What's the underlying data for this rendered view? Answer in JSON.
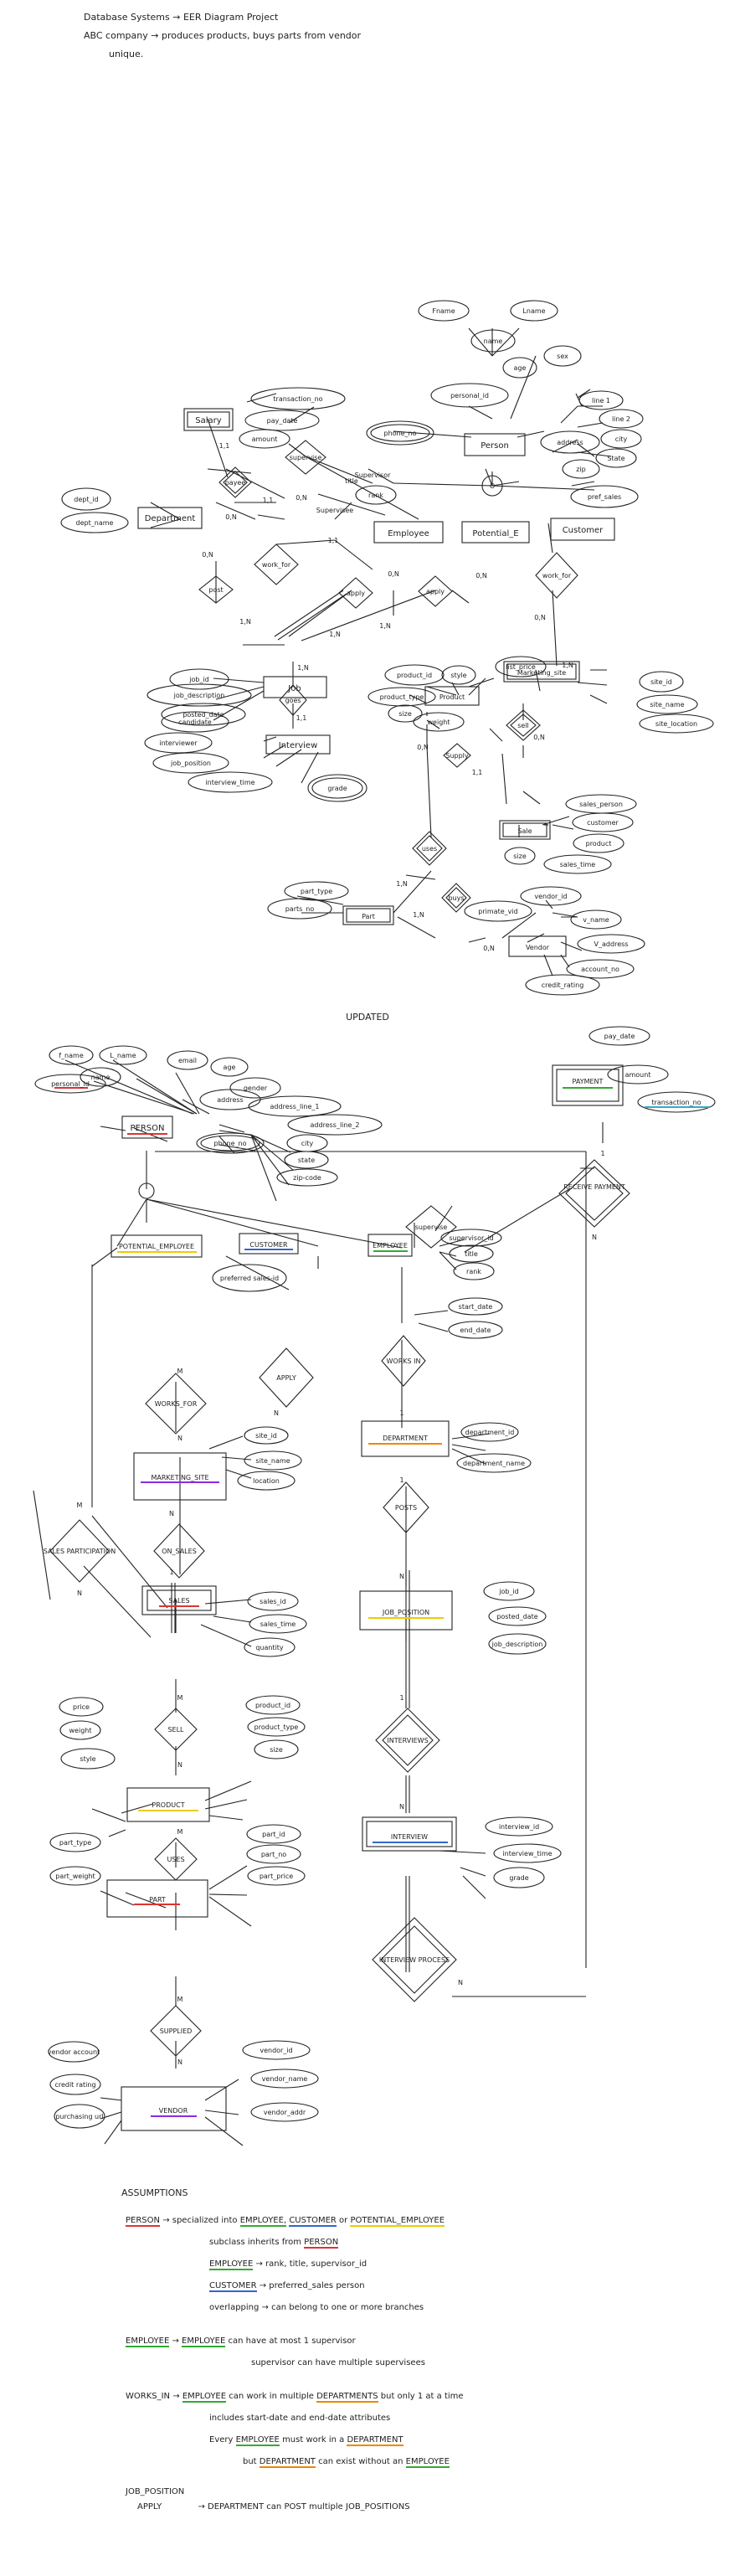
{
  "header": {
    "line1": "Database Systems → EER Diagram Project",
    "line2": "ABC company → produces products, buys parts from vendor",
    "line3": "unique."
  },
  "section_title": "UPDATED",
  "diagram1": {
    "entities": {
      "salary": "Salary",
      "department": "Department",
      "employee": "Employee",
      "person": "Person",
      "potential_e": "Potential_E",
      "customer": "Customer",
      "job": "Job",
      "interview": "Interview",
      "product": "Product",
      "sale": "Sale",
      "marketing_site": "Marketing_site",
      "part": "Part",
      "vendor": "Vendor"
    },
    "relationships": {
      "payee": "payee",
      "supervise": "supervise",
      "work_for": "work_for",
      "post": "post",
      "apply1": "apply",
      "apply2": "apply",
      "work_for2": "work_for",
      "goes": "goes",
      "sell": "sell",
      "uses": "uses",
      "buys": "buys",
      "supply": "Supply"
    },
    "attributes": {
      "fname": "Fname",
      "lname": "Lname",
      "name": "name",
      "age": "age",
      "sex": "sex",
      "personal_id": "personal_id",
      "phone_no": "phone_no",
      "address": "address",
      "line1": "line 1",
      "line2": "line 2",
      "city": "city",
      "state": "State",
      "zip": "zip",
      "pref_sales": "pref_sales",
      "transaction_no": "transaction_no",
      "pay_date": "pay_date",
      "amount": "amount",
      "rank": "rank",
      "title": "title",
      "dept_id": "dept_id",
      "dept_name": "dept_name",
      "job_id": "job_id",
      "job_description": "job_description",
      "posted_date": "posted_date",
      "candidate": "candidate",
      "interviewer": "interviewer",
      "job_position": "job_position",
      "interview_time": "interview_time",
      "grade": "grade",
      "product_id": "product_id",
      "product_type": "product_type",
      "style": "style",
      "list_price": "list_price",
      "size": "size",
      "weight": "weight",
      "site_id": "site_id",
      "site_name": "site_name",
      "site_location": "site_location",
      "sales_person": "sales_person",
      "sale_customer": "customer",
      "sale_product": "product",
      "sale_size": "size",
      "sales_time": "sales_time",
      "part_type": "part_type",
      "parts_no": "parts_no",
      "primate_vid": "primate_vid",
      "vendor_id": "vendor_id",
      "v_name": "v_name",
      "v_address": "V_address",
      "account_no": "account_no",
      "credit_rating": "credit_rating"
    },
    "notes": {
      "supervisor": "Supervisor",
      "supervisee": "Supervisee",
      "o": "O",
      "n1": "1,1",
      "n0n": "0,N",
      "n1n": "1,N",
      "dl": "d"
    }
  },
  "diagram2": {
    "entities": {
      "person": "PERSON",
      "potential_employee": "POTENTIAL_EMPLOYEE",
      "customer": "CUSTOMER",
      "employee": "EMPLOYEE",
      "department": "DEPARTMENT",
      "marketing_site": "MARKETING_SITE",
      "sales": "SALES",
      "job_position": "JOB_POSITION",
      "interview": "INTERVIEW",
      "product": "PRODUCT",
      "part": "PART",
      "vendor": "VENDOR",
      "payment": "PAYMENT"
    },
    "relationships": {
      "supervise": "supervise",
      "works_in": "WORKS IN",
      "posts": "POSTS",
      "works_for": "WORKS_FOR",
      "apply": "APPLY",
      "sales_participation": "SALES PARTICIPATION",
      "on_sales": "ON_SALES",
      "sell": "SELL",
      "uses": "USES",
      "supplied": "SUPPLIED",
      "interviews": "INTERVIEWS",
      "interview_process": "INTERVIEW PROCESS",
      "receive_payment": "RECEIVE PAYMENT"
    },
    "attributes": {
      "fname": "f_name",
      "lname": "L_name",
      "email": "email",
      "age": "age",
      "name": "name",
      "gender": "gender",
      "address": "address",
      "line1": "address_line_1",
      "line2": "address_line_2",
      "city": "city",
      "state": "state",
      "zip": "zip-code",
      "personal_id": "personal_id",
      "phone_no": "phone_no",
      "pay_date": "pay_date",
      "amount": "amount",
      "transaction_no": "transaction_no",
      "preferred": "preferred sales-id",
      "supervisor_id": "supervisor_id",
      "title": "title",
      "rank": "rank",
      "start_date": "start_date",
      "end_date": "end_date",
      "dept_id": "department_id",
      "dept_name": "department_name",
      "site_id": "site_id",
      "site_name": "site_name",
      "location": "location",
      "sales_id": "sales_id",
      "sales_time": "sales_time",
      "quantity": "quantity",
      "job_id": "job_id",
      "posted_date": "posted_date",
      "job_description": "job_description",
      "interview_id": "interview_id",
      "interview_time": "interview_time",
      "grade": "grade",
      "price": "price",
      "weight": "weight",
      "style": "style",
      "product_id": "product_id",
      "product_type": "product_type",
      "size": "size",
      "part_id": "part_id",
      "part_no": "part_no",
      "part_type": "part_type",
      "part_price": "part_price",
      "part_weight": "part_weight",
      "vendor_id": "vendor_id",
      "vendor_name": "vendor_name",
      "vendor_addr": "vendor_addr",
      "vendor_account": "vendor account",
      "credit_rating": "credit rating",
      "purchasing_url": "purchasing url"
    },
    "cards": {
      "m": "M",
      "n": "N",
      "one": "1"
    }
  },
  "assumptions": {
    "title": "ASSUMPTIONS",
    "r1a": "PERSON",
    "r1b": "→  specialized into",
    "r1c": "EMPLOYEE,",
    "r1d": "CUSTOMER",
    "r1e": "or",
    "r1f": "POTENTIAL_EMPLOYEE",
    "r2": "subclass inherits from",
    "r2b": "PERSON",
    "r3a": "EMPLOYEE",
    "r3b": "→  rank, title, supervisor_id",
    "r4a": "CUSTOMER",
    "r4b": "→  preferred_sales person",
    "r5": "overlapping  →  can belong to one or more branches",
    "r6a": "EMPLOYEE",
    "r6b": "→",
    "r6c": "EMPLOYEE",
    "r6d": "can have at most 1 supervisor",
    "r7": "supervisor can have multiple supervisees",
    "r8a": "WORKS_IN",
    "r8b": "→",
    "r8c": "EMPLOYEE",
    "r8d": "can work in multiple",
    "r8e": "DEPARTMENTS",
    "r8f": "but only 1 at a time",
    "r9": "includes start-date and end-date attributes",
    "r10a": "Every",
    "r10b": "EMPLOYEE",
    "r10c": "must work in a",
    "r10d": "DEPARTMENT",
    "r11a": "but",
    "r11b": "DEPARTMENT",
    "r11c": "can exist without an",
    "r11d": "EMPLOYEE",
    "r12a": "JOB_POSITION",
    "r12b": "APPLY",
    "r12c": "→  DEPARTMENT can POST multiple JOB_POSITIONS"
  }
}
